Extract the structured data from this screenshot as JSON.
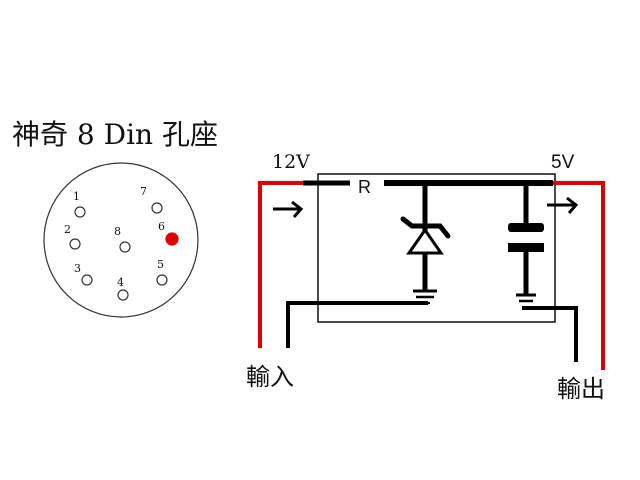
{
  "title": "神奇 8 Din 孔座",
  "connector": {
    "pins": [
      {
        "label": "1",
        "active": false
      },
      {
        "label": "2",
        "active": false
      },
      {
        "label": "3",
        "active": false
      },
      {
        "label": "4",
        "active": false
      },
      {
        "label": "5",
        "active": false
      },
      {
        "label": "6",
        "active": true
      },
      {
        "label": "7",
        "active": false
      },
      {
        "label": "8",
        "active": false
      }
    ],
    "active_color": "#e00000"
  },
  "circuit": {
    "input_voltage": "12V",
    "output_voltage": "5V",
    "resistor_label": "R",
    "input_label": "輸入",
    "output_label": "輸出",
    "wire_color": "#e00000"
  }
}
